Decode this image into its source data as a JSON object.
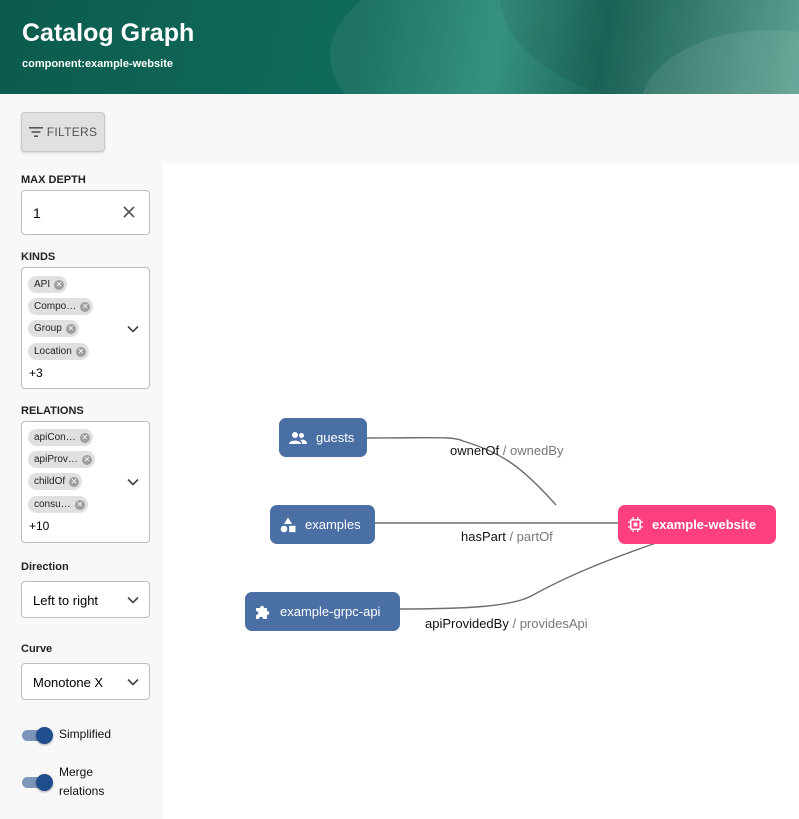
{
  "header": {
    "title": "Catalog Graph",
    "subtitle": "component:example-website"
  },
  "filters_button": {
    "label": "FILTERS",
    "icon": "filter-list-icon"
  },
  "max_depth": {
    "label": "MAX DEPTH",
    "value": "1"
  },
  "kinds": {
    "label": "KINDS",
    "chips": [
      "API",
      "Compo…",
      "Group",
      "Location"
    ],
    "more": "+3"
  },
  "relations": {
    "label": "RELATIONS",
    "chips": [
      "apiCon…",
      "apiProv…",
      "childOf",
      "consu…"
    ],
    "more": "+10"
  },
  "direction": {
    "label": "Direction",
    "value": "Left to right"
  },
  "curve": {
    "label": "Curve",
    "value": "Monotone X"
  },
  "simplified": {
    "label": "Simplified",
    "checked": true
  },
  "merge_relations": {
    "label_line1": "Merge",
    "label_line2": "relations",
    "checked": true
  },
  "graph": {
    "nodes": {
      "guests": {
        "label": "guests",
        "icon": "group-icon"
      },
      "examples": {
        "label": "examples",
        "icon": "category-icon"
      },
      "grpc": {
        "label": "example-grpc-api",
        "icon": "extension-icon"
      },
      "website": {
        "label": "example-website",
        "icon": "memory-chip-icon",
        "color": "#ff3f7f"
      }
    },
    "edges": {
      "owner": {
        "relation": "ownerOf",
        "inverse": "ownedBy"
      },
      "part": {
        "relation": "hasPart",
        "inverse": "partOf"
      },
      "api": {
        "relation": "apiProvidedBy",
        "inverse": "providesApi"
      }
    },
    "node_color": "#4a6fa5"
  }
}
